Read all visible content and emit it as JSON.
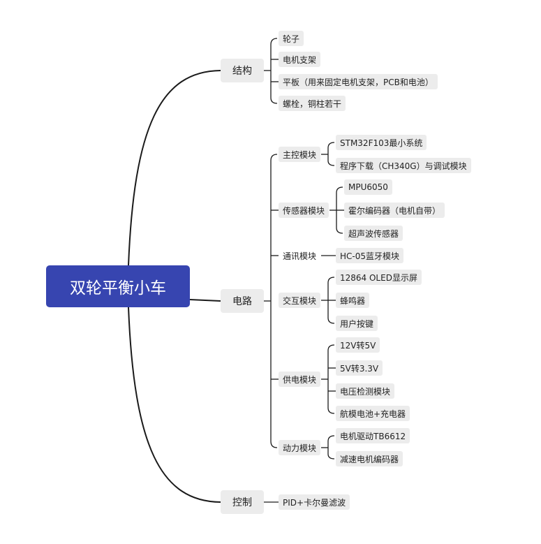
{
  "root": "双轮平衡小车",
  "branches": {
    "structure": {
      "label": "结构",
      "items": [
        "轮子",
        "电机支架",
        "平板（用来固定电机支架，PCB和电池）",
        "螺栓，铜柱若干"
      ]
    },
    "circuit": {
      "label": "电路",
      "modules": {
        "main": {
          "label": "主控模块",
          "items": [
            "STM32F103最小系统",
            "程序下载（CH340G）与调试模块"
          ]
        },
        "sensor": {
          "label": "传感器模块",
          "items": [
            "MPU6050",
            "霍尔编码器（电机自带）",
            "超声波传感器"
          ]
        },
        "comm": {
          "label": "通讯模块",
          "items": [
            "HC-05蓝牙模块"
          ]
        },
        "ui": {
          "label": "交互模块",
          "items": [
            "12864 OLED显示屏",
            "蜂鸣器",
            "用户按键"
          ]
        },
        "power": {
          "label": "供电模块",
          "items": [
            "12V转5V",
            "5V转3.3V",
            "电压检测模块",
            "航模电池+充电器"
          ]
        },
        "drive": {
          "label": "动力模块",
          "items": [
            "电机驱动TB6612",
            "减速电机编码器"
          ]
        }
      }
    },
    "control": {
      "label": "控制",
      "items": [
        "PID+卡尔曼滤波"
      ]
    }
  }
}
